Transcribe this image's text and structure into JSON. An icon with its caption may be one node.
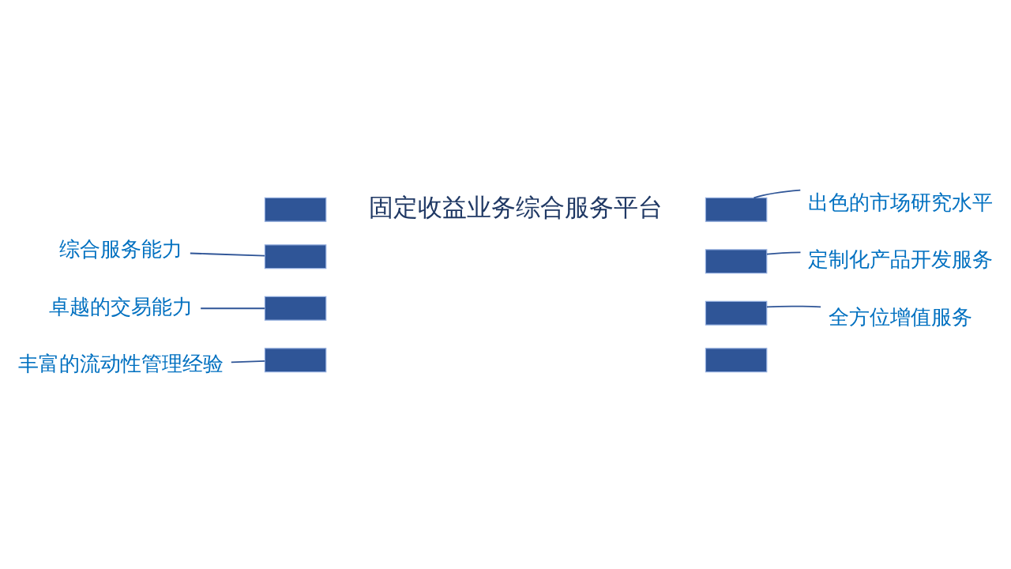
{
  "diagram": {
    "nodes": [
      {
        "text": [
          "固定收益业务综合服务平台"
        ]
      },
      {
        "text": [],
        "shape": "bar"
      },
      {
        "text": [],
        "shape": "bar"
      },
      {
        "text": [],
        "shape": "bar"
      },
      {
        "text": [],
        "shape": "bar"
      },
      {
        "text": [],
        "shape": "bar"
      },
      {
        "text": [],
        "shape": "bar"
      },
      {
        "text": [],
        "shape": "bar"
      },
      {
        "text": [],
        "shape": "bar"
      },
      {
        "text": [
          "综合服务能力"
        ]
      },
      {
        "text": [
          "出色的市场研究水平"
        ]
      },
      {
        "text": [
          "定制化产品开发服务"
        ]
      },
      {
        "text": [
          "卓越的交易能力"
        ]
      },
      {
        "text": [
          "全方位增值服务"
        ]
      },
      {
        "text": [
          "丰富的流动性管理经验"
        ]
      }
    ],
    "edges": [
      {
        "from": 9,
        "to": 3,
        "arrow": "none"
      },
      {
        "from": 10,
        "to": 2,
        "arrow": "none"
      },
      {
        "from": 11,
        "to": 4,
        "arrow": "none"
      },
      {
        "from": 12,
        "to": 5,
        "arrow": "none"
      },
      {
        "from": 13,
        "to": 6,
        "arrow": "none"
      },
      {
        "from": 14,
        "to": 7,
        "arrow": "none"
      }
    ]
  }
}
